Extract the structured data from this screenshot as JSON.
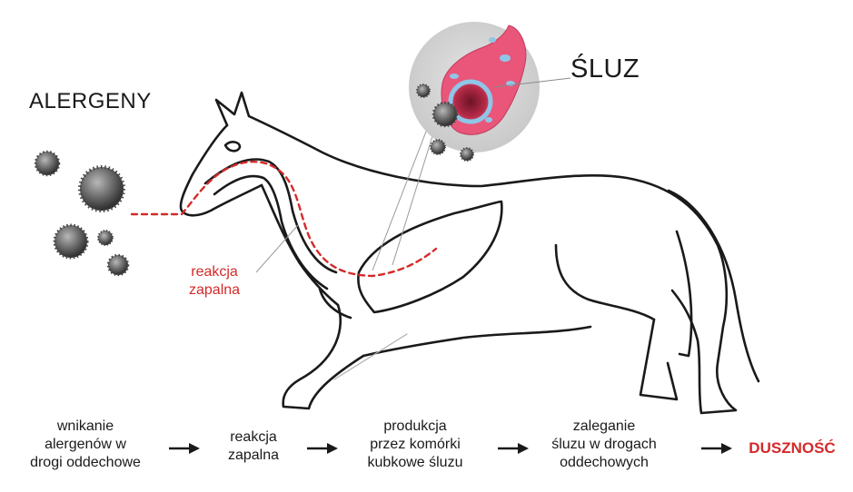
{
  "labels": {
    "allergens": "ALERGENY",
    "mucus": "ŚLUZ",
    "inflammation_line1": "reakcja",
    "inflammation_line2": "zapalna"
  },
  "flow": [
    {
      "lines": [
        "wnikanie",
        "alergenów w",
        "drogi oddechowe"
      ]
    },
    {
      "lines": [
        "reakcja",
        "zapalna"
      ]
    },
    {
      "lines": [
        "produkcja",
        "przez komórki",
        "kubkowe śluzu"
      ]
    },
    {
      "lines": [
        "zaleganie",
        "śluzu w drogach",
        "oddechowych"
      ]
    },
    {
      "lines": [
        "DUSZNOŚĆ"
      ]
    }
  ],
  "colors": {
    "outline": "#1a1a1a",
    "airway_path": "#d42a2a",
    "result": "#d42a2a",
    "inset_bg": "#d6d6d6",
    "tissue": "#e9567a",
    "mucus": "#8fc6e8",
    "pollen": "#6a6a6a"
  }
}
